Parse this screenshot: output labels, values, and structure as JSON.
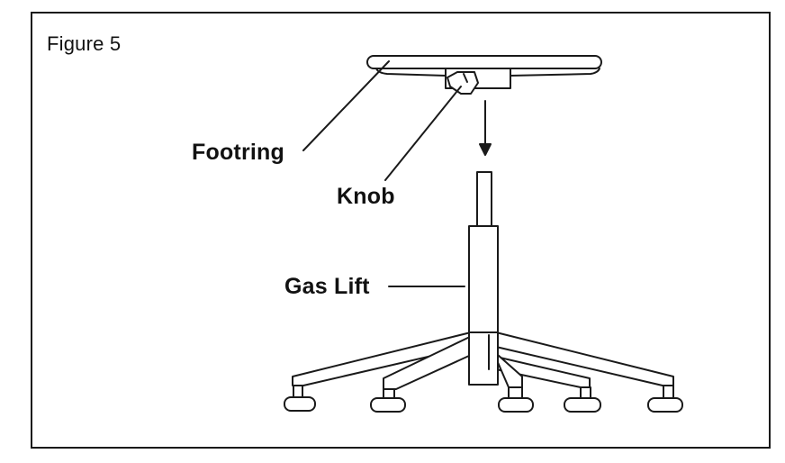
{
  "figure": {
    "title": "Figure 5"
  },
  "labels": {
    "footring": "Footring",
    "knob": "Knob",
    "gas_lift": "Gas Lift"
  }
}
